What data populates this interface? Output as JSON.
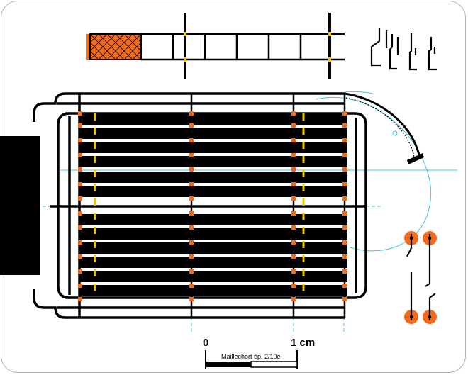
{
  "colors": {
    "ink": "#000000",
    "accent_orange": "#f26a1b",
    "accent_yellow": "#f5c200",
    "guide_cyan": "#49c6d6",
    "frame_gray": "#b3b3b3"
  },
  "scale_bar": {
    "label_start": "0",
    "label_end": "1 cm",
    "note": "Maillechort ép. 2/10e"
  },
  "icons": {
    "hinge": "hinge-pin-icon",
    "spring_clips": "spring-clip-icon",
    "terminals": "terminal-dot-icon"
  }
}
